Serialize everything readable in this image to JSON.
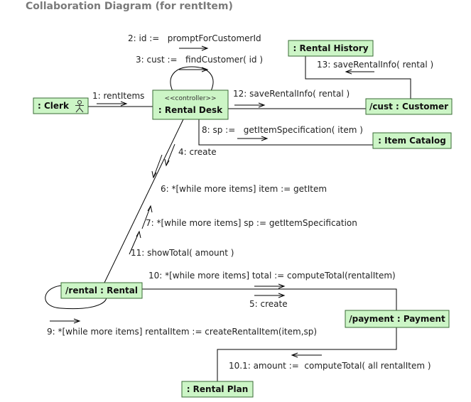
{
  "title": "Collaboration Diagram (for rentItem)",
  "colors": {
    "object_fill": "#ccf5c6",
    "object_border": "#3a6b35",
    "line": "#000000",
    "title": "#7a7a7a"
  },
  "objects": {
    "clerk": ": Clerk",
    "rental_desk_stereotype": "<<controller>>",
    "rental_desk": ": Rental Desk",
    "rental_history": ": Rental History",
    "customer": "/cust : Customer",
    "item_catalog": ": Item Catalog",
    "rental": "/rental : Rental",
    "payment": "/payment : Payment",
    "rental_plan": ": Rental Plan"
  },
  "messages": {
    "m1": "1: rentItems",
    "m2": "2: id :=   promptForCustomerId",
    "m3": "3: cust :=   findCustomer( id )",
    "m4": "4: create",
    "m5": "5: create",
    "m6": "6: *[while more items] item := getItem",
    "m7": "7: *[while more items] sp := getItemSpecification",
    "m8": "8: sp :=   getItemSpecification( item )",
    "m9": "9: *[while more items] rentalItem := createRentalItem(item,sp)",
    "m10": "10: *[while more items] total := computeTotal(rentalItem)",
    "m10_1": "10.1: amount :=  computeTotal( all rentalItem )",
    "m11": "11: showTotal( amount )",
    "m12": "12: saveRentalInfo( rental )",
    "m13": "13: saveRentalInfo( rental )"
  }
}
